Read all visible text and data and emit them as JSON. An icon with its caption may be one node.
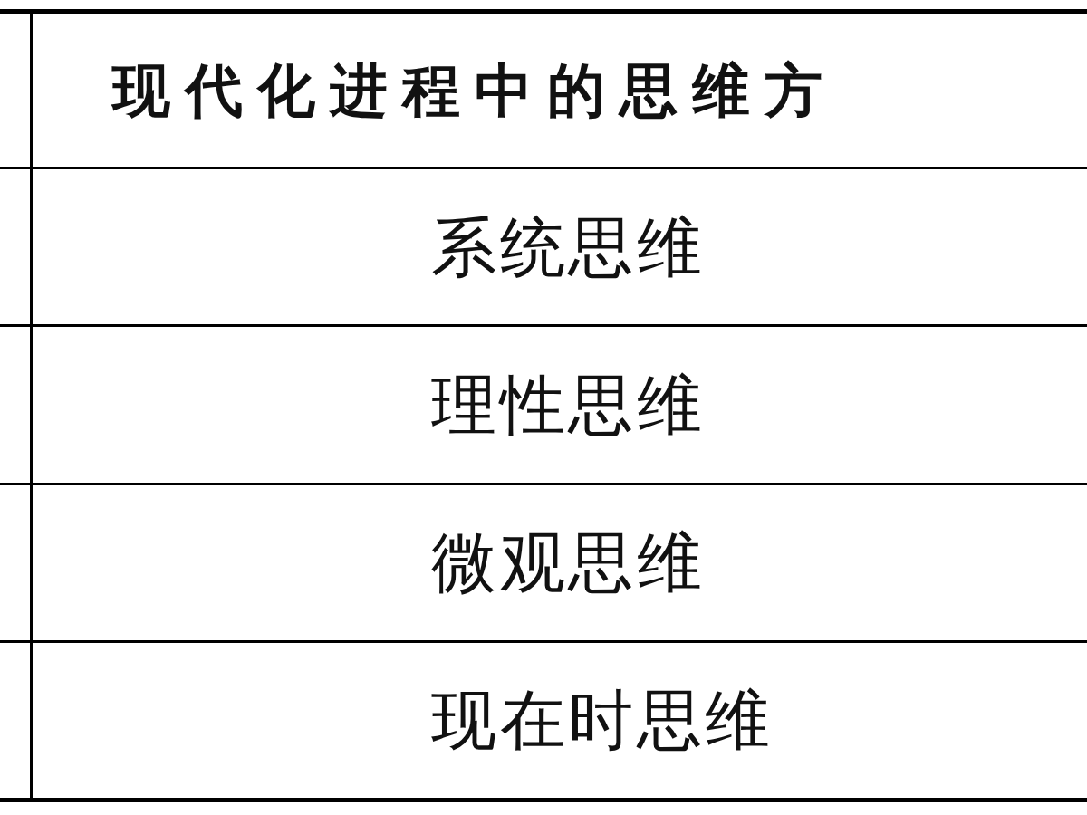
{
  "diagram": {
    "labels": [
      "现代化进程中的思维方",
      "系统思维",
      "理性思维",
      "微观思维",
      "现在时思维"
    ]
  }
}
